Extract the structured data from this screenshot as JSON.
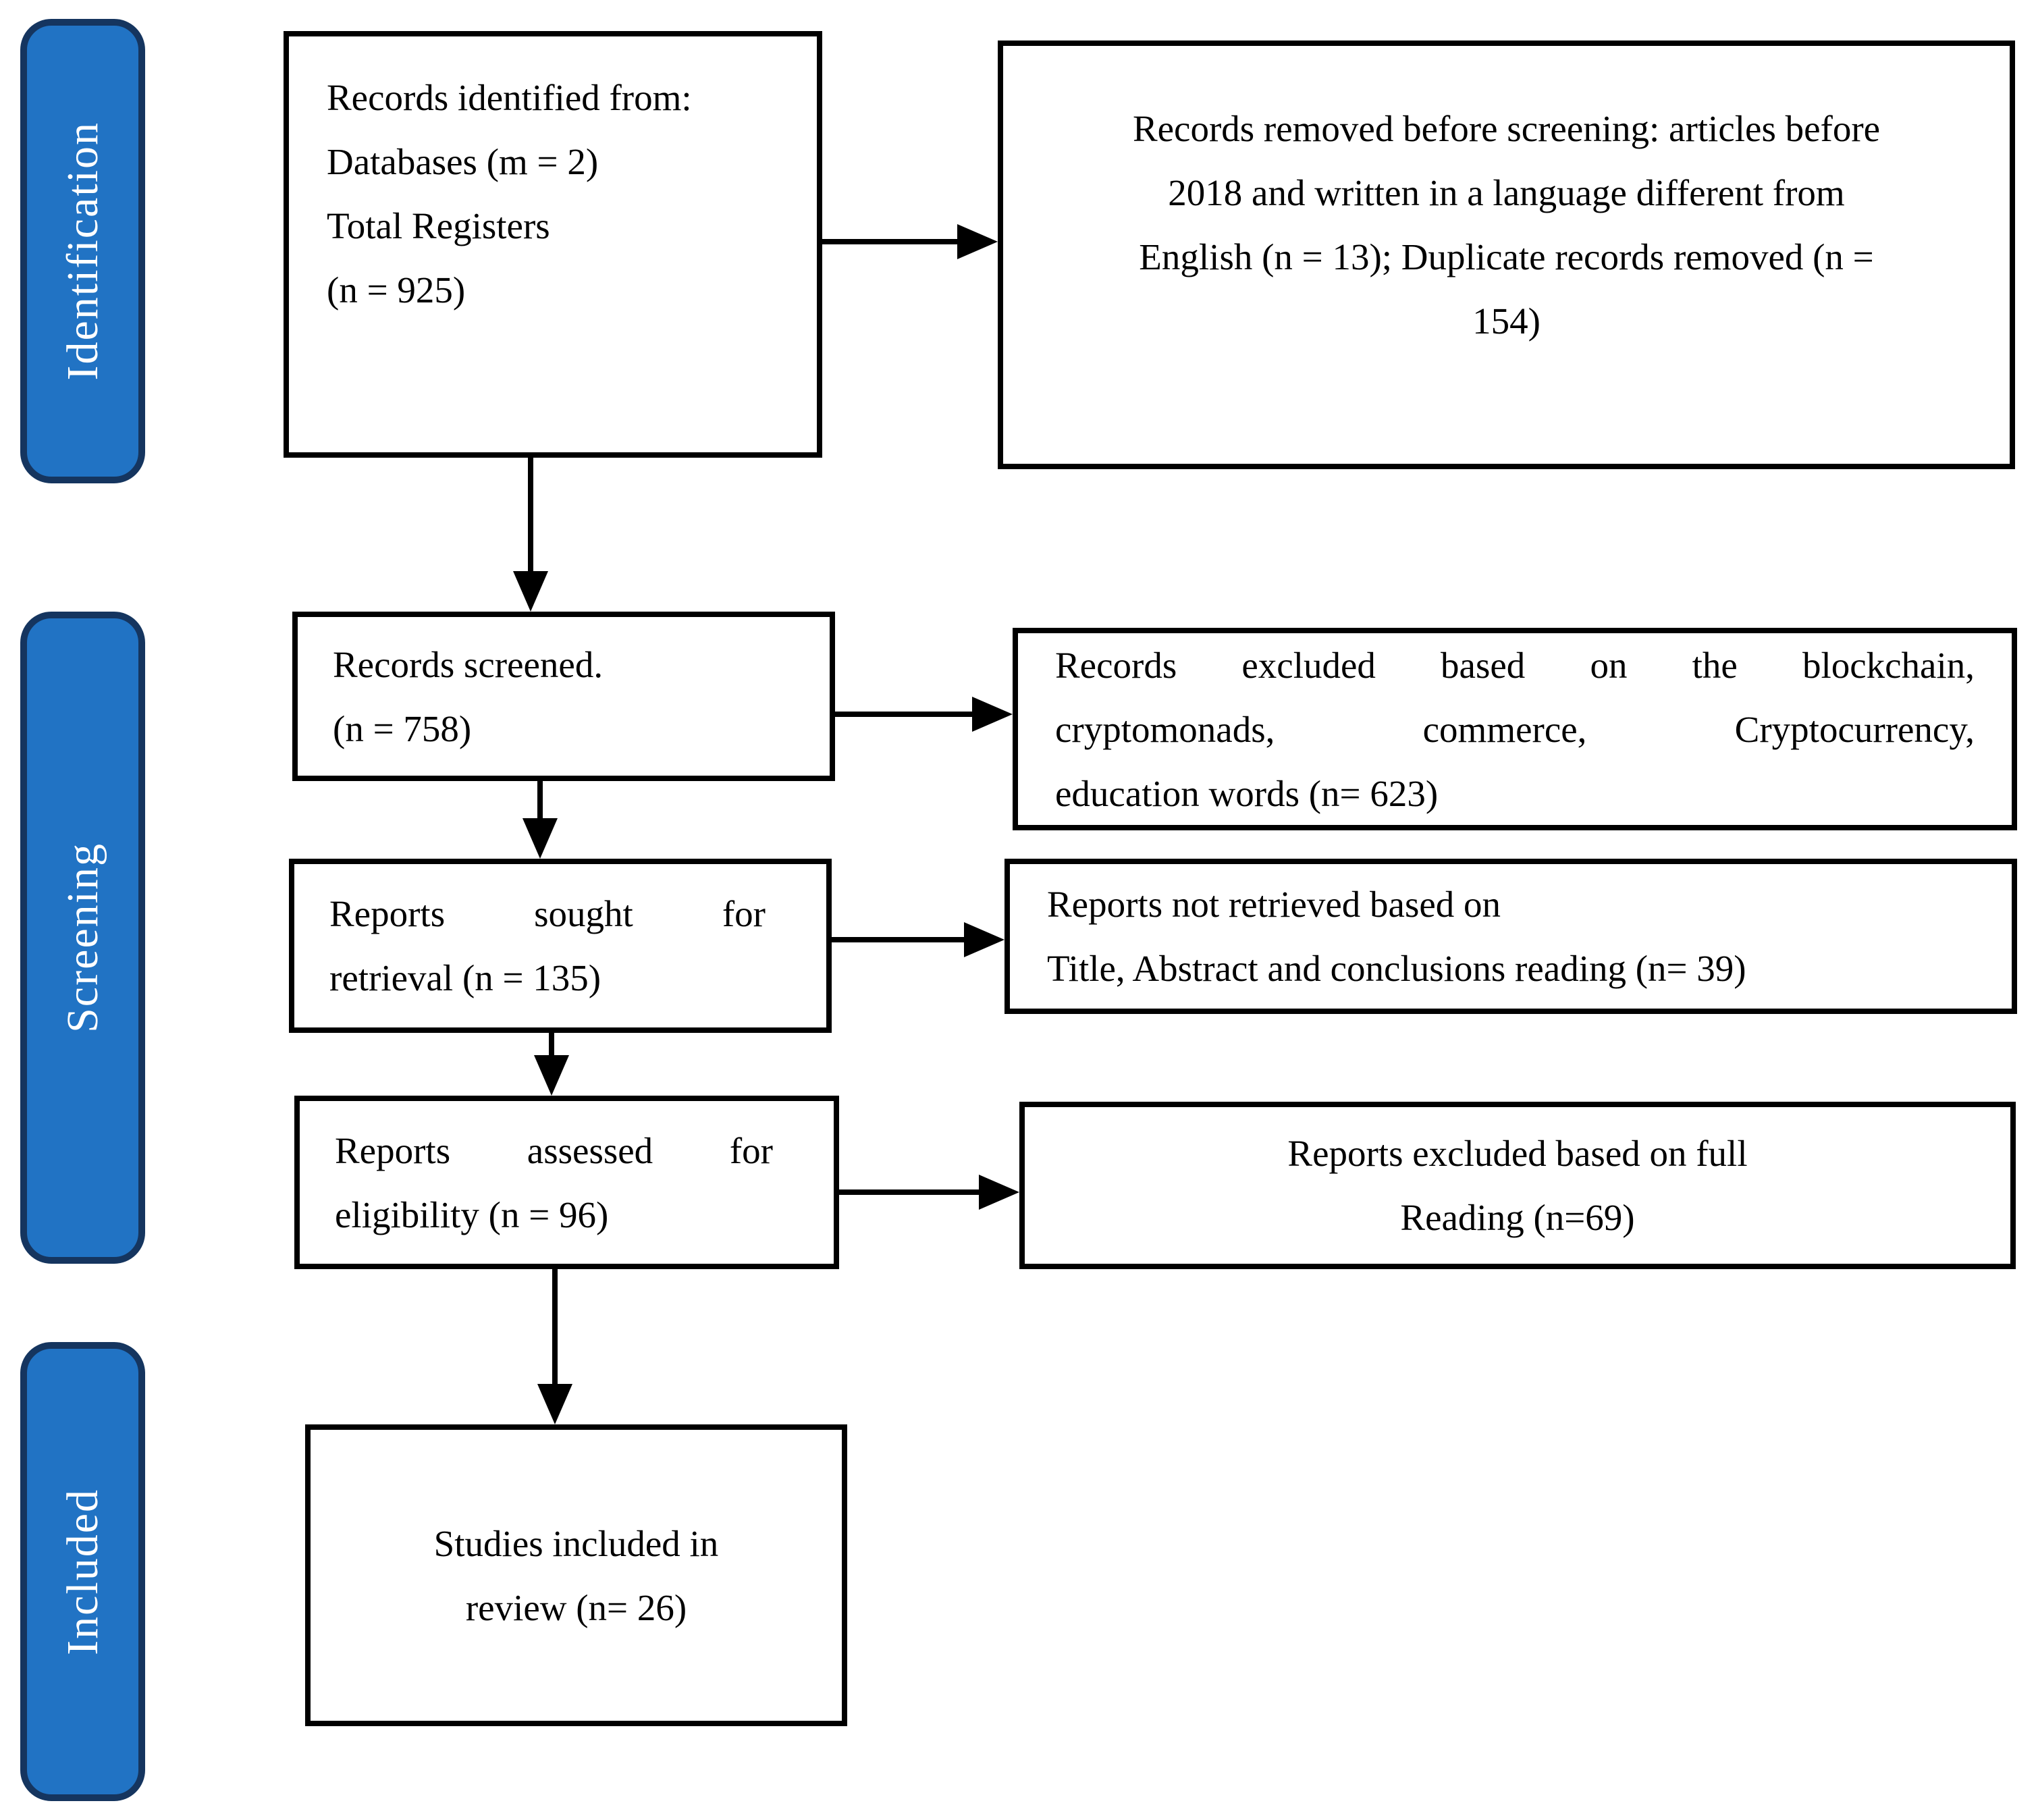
{
  "figure": {
    "kind": "PRISMA flow diagram",
    "colors": {
      "stage_fill": "#2173C4",
      "stage_border": "#15355F",
      "stage_text": "#FFFFFF",
      "box_border": "#000000",
      "box_fill": "#FFFFFF",
      "text": "#000000"
    }
  },
  "stages": [
    {
      "label": "Identification"
    },
    {
      "label": "Screening"
    },
    {
      "label": "Included"
    }
  ],
  "boxes": {
    "identified": {
      "lines": [
        "Records identified from:",
        "Databases (m = 2)",
        "Total Registers",
        "(n = 925)"
      ]
    },
    "removed": {
      "lines": [
        "Records removed before screening: articles before",
        "2018 and written in a language different from",
        "English (n = 13); Duplicate records removed (n =",
        "154)"
      ]
    },
    "screened": {
      "lines": [
        "Records screened.",
        "(n = 758)"
      ]
    },
    "excluded_words": {
      "lines": [
        "Records excluded based on the blockchain,",
        "cryptomonads, commerce, Cryptocurrency,",
        "education words (n= 623)"
      ]
    },
    "sought": {
      "lines": [
        "Reports sought for",
        "retrieval (n = 135)"
      ]
    },
    "not_retrieved": {
      "lines": [
        "Reports not retrieved based on",
        "Title, Abstract and conclusions reading (n= 39)"
      ]
    },
    "assessed": {
      "lines": [
        "Reports assessed for",
        "eligibility (n = 96)"
      ]
    },
    "excluded_full": {
      "lines": [
        "Reports excluded based on full",
        "Reading (n=69)"
      ]
    },
    "included_studies": {
      "lines": [
        "Studies included in",
        "review (n= 26)"
      ]
    }
  }
}
